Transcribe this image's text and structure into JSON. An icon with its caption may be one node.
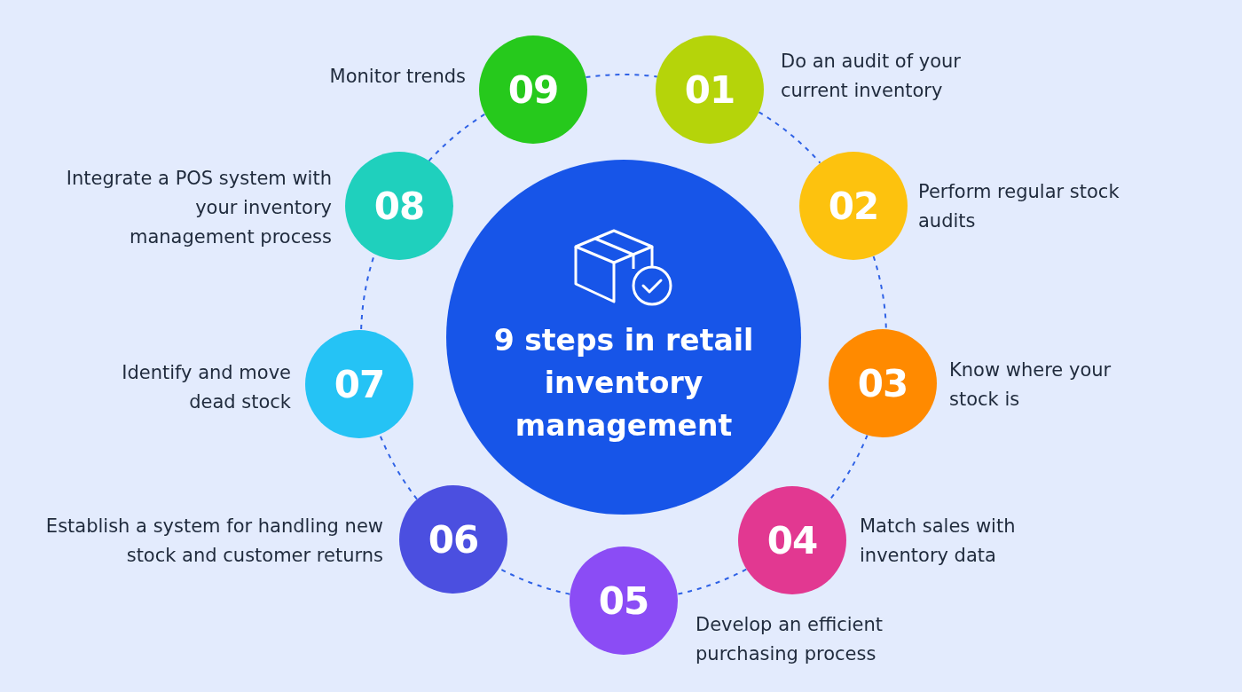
{
  "diagram": {
    "nodes": [
      {
        "text": [
          "9 steps in retail inventory management"
        ]
      },
      {
        "text": [
          "01"
        ],
        "beside": [
          "Do an audit of your current inventory"
        ]
      },
      {
        "text": [
          "02"
        ],
        "beside": [
          "Perform regular stock audits"
        ]
      },
      {
        "text": [
          "03"
        ],
        "beside": [
          "Know where your stock is"
        ]
      },
      {
        "text": [
          "04"
        ],
        "beside": [
          "Match sales with inventory data"
        ]
      },
      {
        "text": [
          "05"
        ],
        "beside": [
          "Develop an efficient purchasing process"
        ]
      },
      {
        "text": [
          "06"
        ],
        "beside": [
          "Establish a system for handling new stock and customer returns"
        ]
      },
      {
        "text": [
          "07"
        ],
        "beside": [
          "Identify and move dead stock"
        ]
      },
      {
        "text": [
          "08"
        ],
        "beside": [
          "Integrate a POS system with your inventory management process"
        ]
      },
      {
        "text": [
          "09"
        ],
        "beside": [
          "Monitor trends"
        ]
      }
    ],
    "edges": [
      {
        "from": 9,
        "to": 1,
        "arrow": "none",
        "style": "dashed"
      },
      {
        "from": 1,
        "to": 2,
        "arrow": "none",
        "style": "dashed"
      },
      {
        "from": 2,
        "to": 3,
        "arrow": "none",
        "style": "dashed"
      },
      {
        "from": 3,
        "to": 4,
        "arrow": "none",
        "style": "dashed"
      },
      {
        "from": 4,
        "to": 5,
        "arrow": "none",
        "style": "dashed"
      },
      {
        "from": 5,
        "to": 6,
        "arrow": "none",
        "style": "dashed"
      },
      {
        "from": 6,
        "to": 7,
        "arrow": "none",
        "style": "dashed"
      },
      {
        "from": 7,
        "to": 8,
        "arrow": "none",
        "style": "dashed"
      },
      {
        "from": 8,
        "to": 9,
        "arrow": "none",
        "style": "dashed"
      }
    ]
  }
}
